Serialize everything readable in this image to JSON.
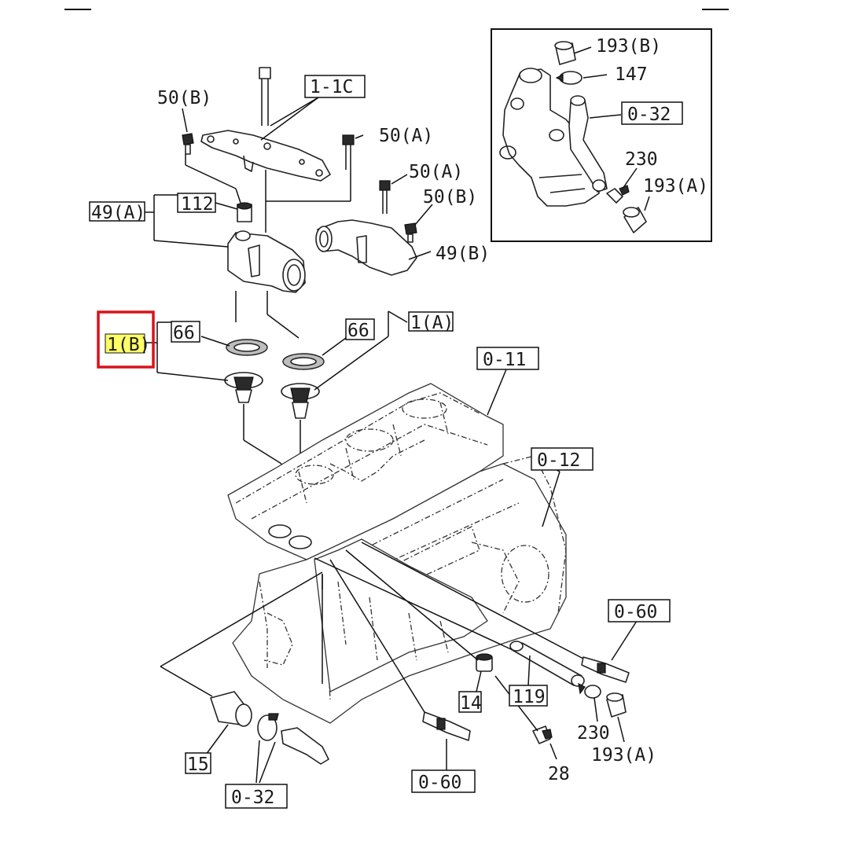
{
  "labels": {
    "p193b_top": "193(B)",
    "p147": "147",
    "p032_inset": "0-32",
    "p230_inset": "230",
    "p193a_inset": "193(A)",
    "p50b_left": "50(B)",
    "p1_1c": "1-1C",
    "p50a_1": "50(A)",
    "p50a_2": "50(A)",
    "p50b_right": "50(B)",
    "p49a": "49(A)",
    "p112": "112",
    "p49b": "49(B)",
    "p1b": "1(B)",
    "p66_left": "66",
    "p66_right": "66",
    "p1a": "1(A)",
    "p0_11": "0-11",
    "p0_12": "0-12",
    "p0_60_right": "0-60",
    "p14": "14",
    "p119": "119",
    "p230_bottom": "230",
    "p193a_bottom": "193(A)",
    "p28": "28",
    "p15": "15",
    "p0_60_bottom": "0-60",
    "p0_32_bottom": "0-32"
  },
  "highlight": {
    "part": "1(B)",
    "marker_color": "#d9121b",
    "fill_color": "#ffff66"
  }
}
